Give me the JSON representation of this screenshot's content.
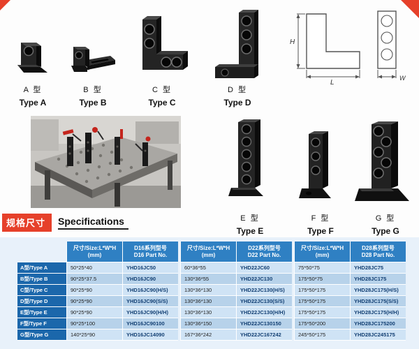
{
  "header": {
    "section_zh": "规格尺寸",
    "section_en": "Specifications"
  },
  "colors": {
    "accent_red": "#e6402a",
    "table_header_blue": "#2f80c3",
    "row_label_blue": "#1b67ab",
    "row_light_blue": "#cfe3f5",
    "row_dark_blue": "#b7d2ea",
    "panel_bg": "#e8f1fa"
  },
  "products": {
    "top": [
      {
        "zh": "A 型",
        "en": "Type A"
      },
      {
        "zh": "B 型",
        "en": "Type B"
      },
      {
        "zh": "C 型",
        "en": "Type C"
      },
      {
        "zh": "D 型",
        "en": "Type D"
      }
    ],
    "mid": [
      {
        "zh": "E 型",
        "en": "Type E"
      },
      {
        "zh": "F 型",
        "en": "Type F"
      },
      {
        "zh": "G 型",
        "en": "Type G"
      }
    ]
  },
  "drawing": {
    "h": "H",
    "l": "L",
    "w": "W"
  },
  "spec_table": {
    "size_header_line1": "尺寸/Size:L*W*H",
    "size_header_line2": "(mm)",
    "series": [
      {
        "header_line1": "D16系列型号",
        "header_line2": "D16 Part No."
      },
      {
        "header_line1": "D22系列型号",
        "header_line2": "D22 Part No."
      },
      {
        "header_line1": "D28系列型号",
        "header_line2": "D28 Part No."
      }
    ],
    "row_labels": [
      "A型/Type A",
      "B型/Type B",
      "C型/Type C",
      "D型/Type D",
      "E型/Type E",
      "F型/Type F",
      "G型/Type G"
    ],
    "rows": [
      {
        "d16_size": "50*25*40",
        "d16_part": "YHD16JC50",
        "d22_size": "60*36*55",
        "d22_part": "YHD22JC60",
        "d28_size": "75*50*75",
        "d28_part": "YHD28JC75"
      },
      {
        "d16_size": "90*25*37.5",
        "d16_part": "YHD16JC90",
        "d22_size": "130*36*55",
        "d22_part": "YHD22JC130",
        "d28_size": "175*50*75",
        "d28_part": "YHD28JC175"
      },
      {
        "d16_size": "90*25*90",
        "d16_part": "YHD16JC90(H/S)",
        "d22_size": "130*36*130",
        "d22_part": "YHD22JC130(H/S)",
        "d28_size": "175*50*175",
        "d28_part": "YHD28JC175(H/S)"
      },
      {
        "d16_size": "90*25*90",
        "d16_part": "YHD16JC90(S/S)",
        "d22_size": "130*36*130",
        "d22_part": "YHD22JC130(S/S)",
        "d28_size": "175*50*175",
        "d28_part": "YHD28JC175(S/S)"
      },
      {
        "d16_size": "90*25*90",
        "d16_part": "YHD16JC90(H/H)",
        "d22_size": "130*36*130",
        "d22_part": "YHD22JC130(H/H)",
        "d28_size": "175*50*175",
        "d28_part": "YHD28JC175(H/H)"
      },
      {
        "d16_size": "90*25*100",
        "d16_part": "YHD16JC90100",
        "d22_size": "130*36*150",
        "d22_part": "YHD22JC130150",
        "d28_size": "175*50*200",
        "d28_part": "YHD28JC175200"
      },
      {
        "d16_size": "140*25*90",
        "d16_part": "YHD16JC14090",
        "d22_size": "167*36*242",
        "d22_part": "YHD22JC167242",
        "d28_size": "245*50*175",
        "d28_part": "YHD28JC245175"
      }
    ]
  }
}
